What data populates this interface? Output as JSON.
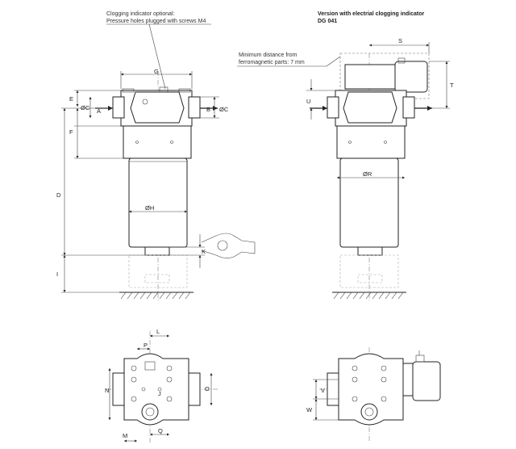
{
  "notes": {
    "clog_line1": "Clogging indicator optional:",
    "clog_line2": "Pressure holes plugged with screws M4",
    "version_line1": "Version with electrial clogging indicator",
    "version_line2": "DG 041",
    "min_line1": "Minimum distance from",
    "min_line2": "ferromagnetic parts: 7 mm"
  },
  "dims": {
    "G": "G",
    "E": "E",
    "C_left": "ØC",
    "A": "A",
    "B": "B",
    "C_right": "ØC",
    "F": "F",
    "D": "D",
    "H": "ØH",
    "K": "K",
    "I": "I",
    "S": "S",
    "T": "T",
    "U": "U",
    "R": "ØR",
    "L": "L",
    "P": "P",
    "N": "N",
    "O": "O",
    "J": "J",
    "Q": "Q",
    "M": "M",
    "V": "V",
    "W": "W"
  }
}
